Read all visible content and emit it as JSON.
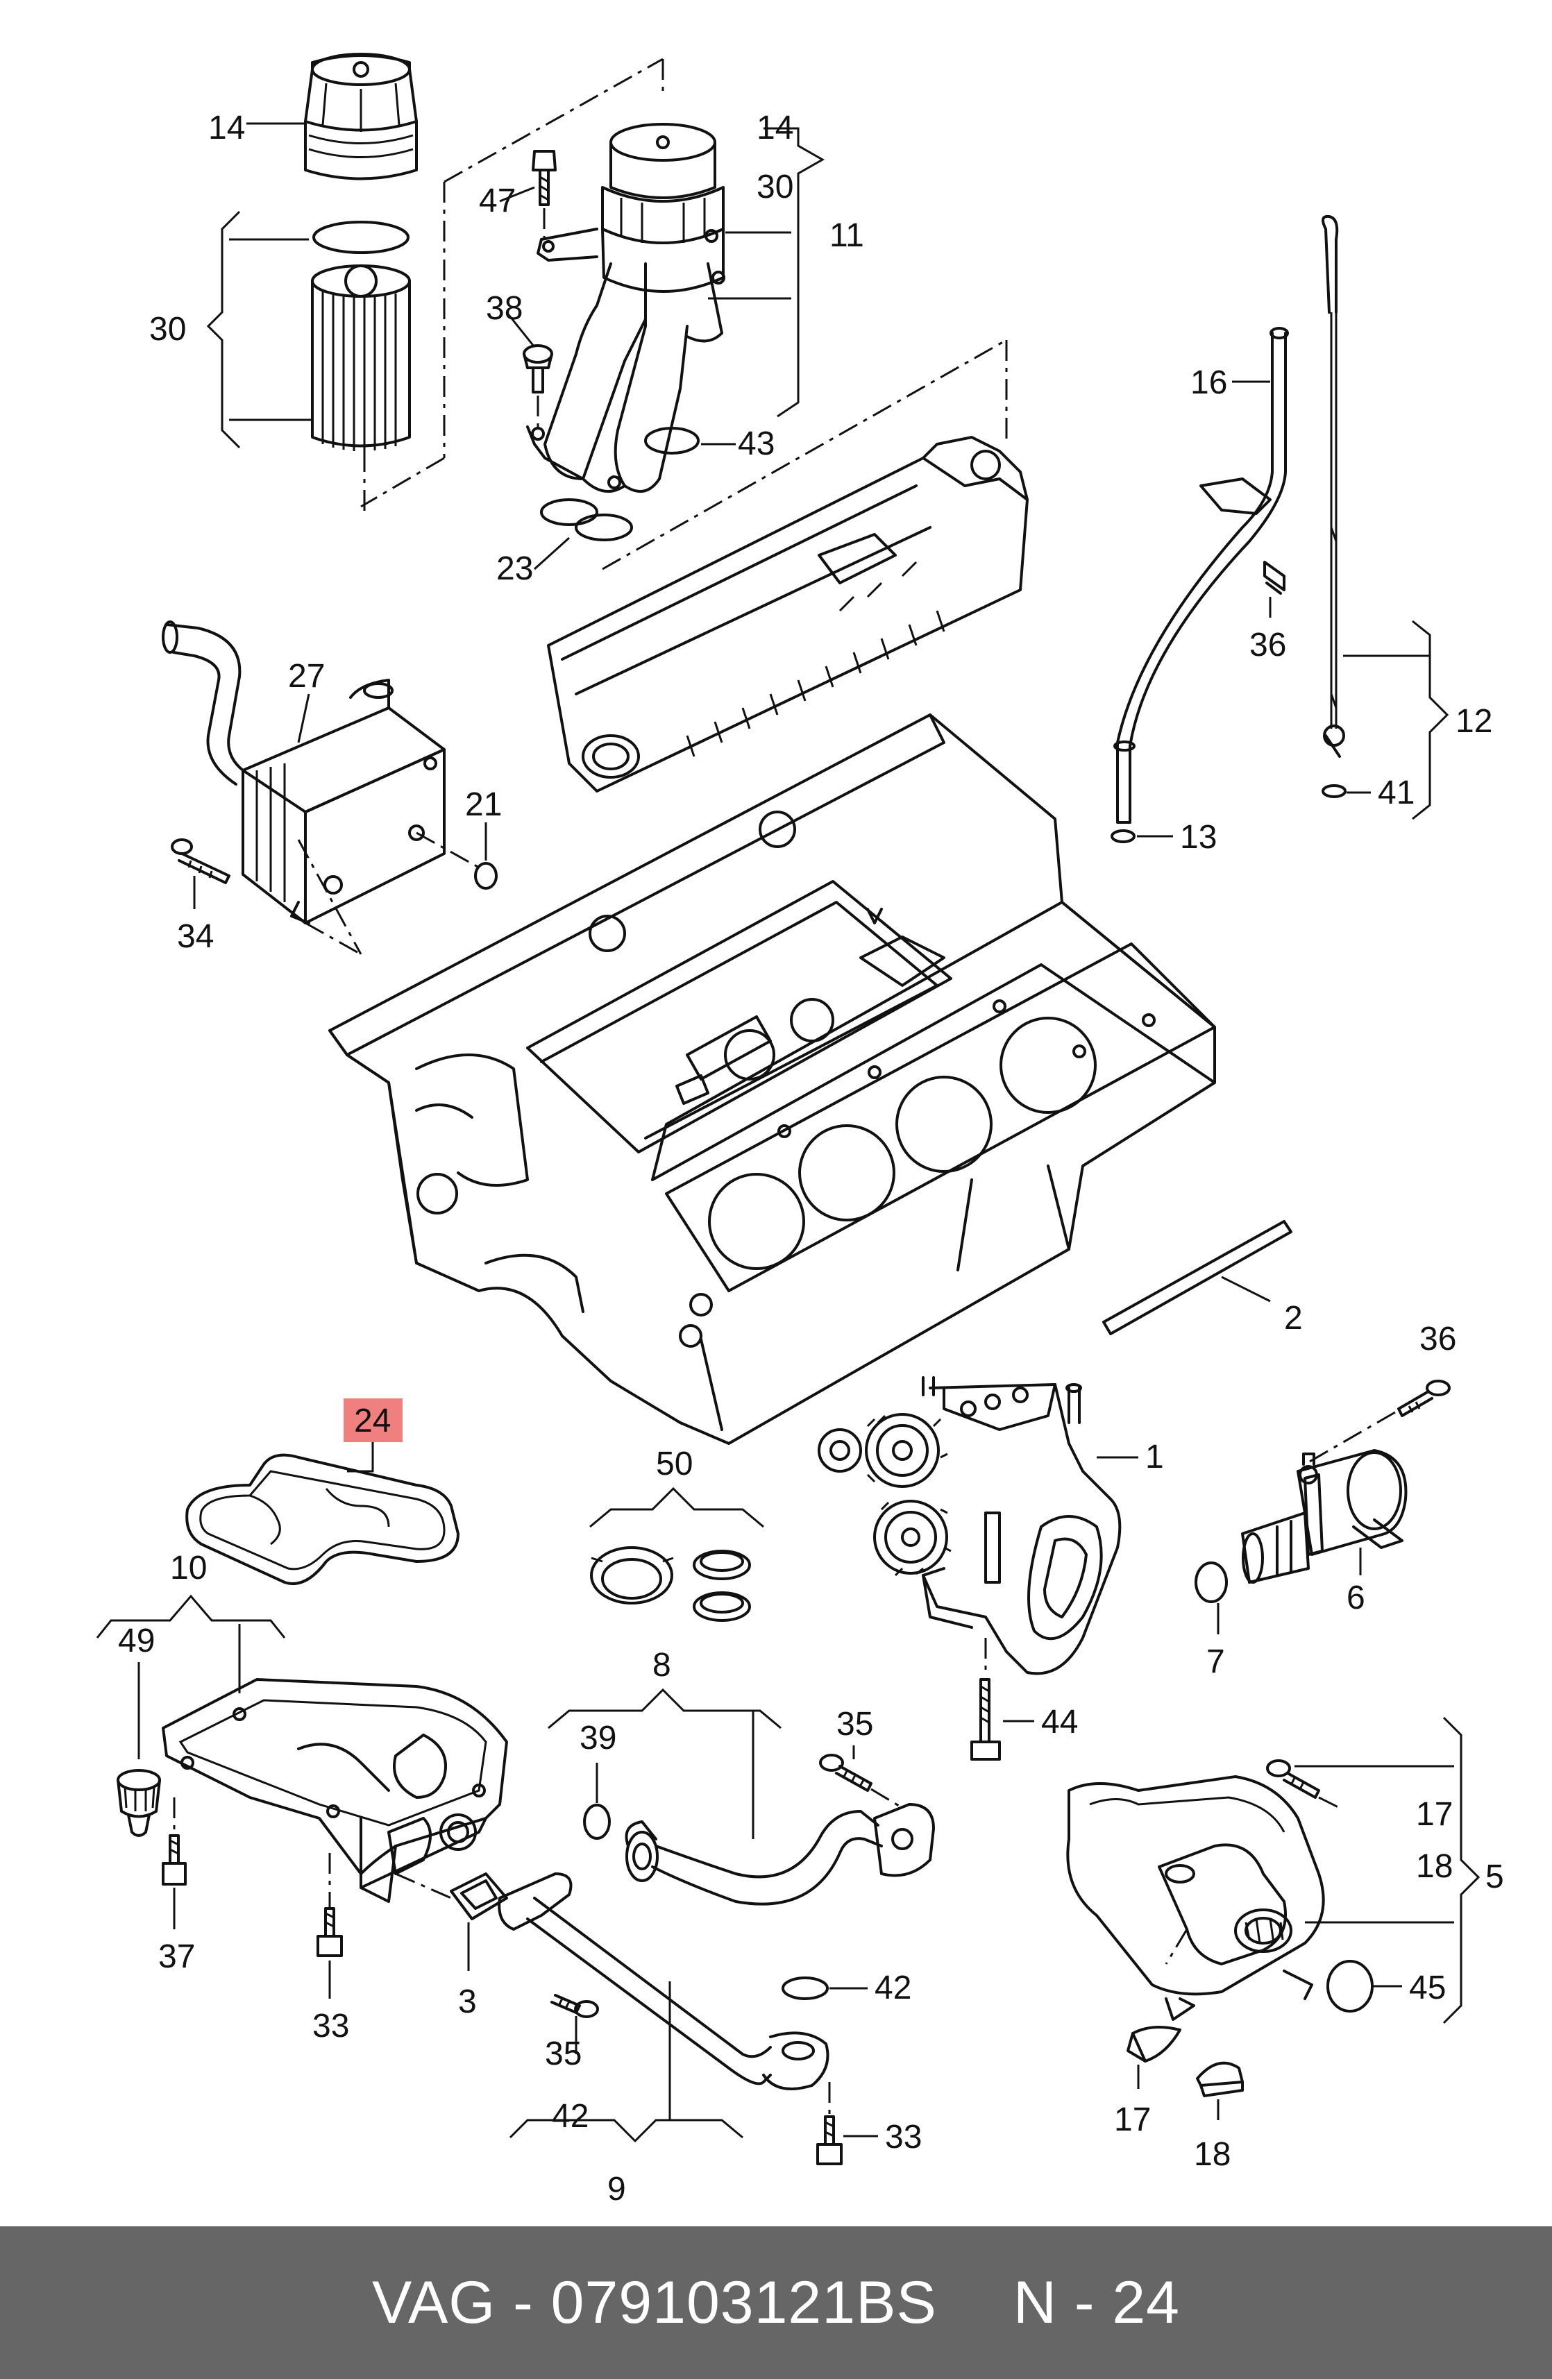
{
  "footer": {
    "part_number_text": "VAG - 079103121BS",
    "position_text": "N - 24"
  },
  "highlight_color": "#f08080",
  "callouts": {
    "c14a": "14",
    "c30a": "30",
    "c14b": "14",
    "c30b": "30",
    "c11": "11",
    "c47": "47",
    "c38": "38",
    "c43": "43",
    "c23": "23",
    "c16": "16",
    "c36a": "36",
    "c12": "12",
    "c41": "41",
    "c13": "13",
    "c27": "27",
    "c21": "21",
    "c34": "34",
    "c2": "2",
    "c24": "24",
    "c50": "50",
    "c1": "1",
    "c36b": "36",
    "c6": "6",
    "c7": "7",
    "c10": "10",
    "c49": "49",
    "c44": "44",
    "c8": "8",
    "c35a": "35",
    "c39": "39",
    "c37": "37",
    "c33a": "33",
    "c3": "3",
    "c35b": "35",
    "c42a": "42",
    "c42b": "42",
    "c33b": "33",
    "c9": "9",
    "c17a": "17",
    "c18a": "18",
    "c5": "5",
    "c45": "45",
    "c17b": "17",
    "c18b": "18"
  }
}
